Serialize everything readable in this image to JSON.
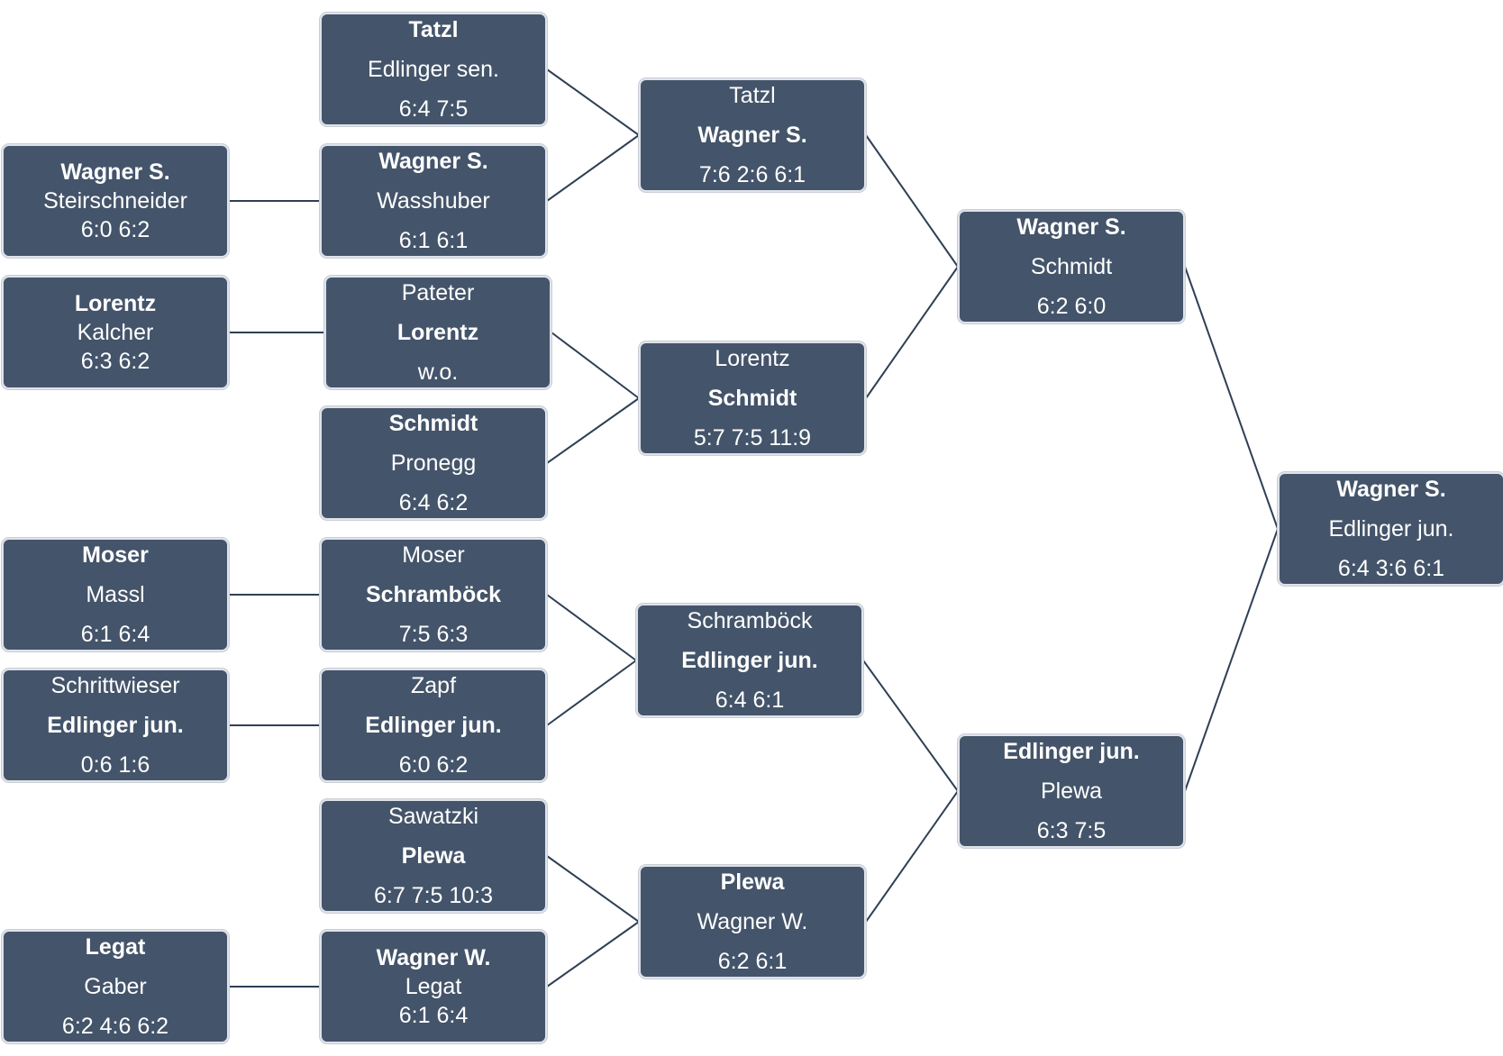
{
  "diagram": {
    "round1": [
      {
        "lines": [
          {
            "text": "Wagner S.",
            "bold": true
          },
          {
            "text": "Steirschneider",
            "bold": false
          },
          {
            "text": "6:0 6:2",
            "bold": false
          }
        ]
      },
      {
        "lines": [
          {
            "text": "Lorentz",
            "bold": true
          },
          {
            "text": "Kalcher",
            "bold": false
          },
          {
            "text": "6:3 6:2",
            "bold": false
          }
        ]
      },
      {
        "lines": [
          {
            "text": "Moser",
            "bold": true
          },
          {
            "text": "Massl",
            "bold": false
          },
          {
            "text": "6:1 6:4",
            "bold": false
          }
        ]
      },
      {
        "lines": [
          {
            "text": "Schrittwieser",
            "bold": false
          },
          {
            "text": "Edlinger jun.",
            "bold": true
          },
          {
            "text": "0:6 1:6",
            "bold": false
          }
        ]
      },
      {
        "lines": [
          {
            "text": "Legat",
            "bold": true
          },
          {
            "text": "Gaber",
            "bold": false
          },
          {
            "text": "6:2 4:6 6:2",
            "bold": false
          }
        ]
      }
    ],
    "round2": [
      {
        "lines": [
          {
            "text": "Tatzl",
            "bold": true
          },
          {
            "text": "Edlinger sen.",
            "bold": false
          },
          {
            "text": "6:4 7:5",
            "bold": false
          }
        ]
      },
      {
        "lines": [
          {
            "text": "Wagner S.",
            "bold": true
          },
          {
            "text": "Wasshuber",
            "bold": false
          },
          {
            "text": "6:1 6:1",
            "bold": false
          }
        ]
      },
      {
        "lines": [
          {
            "text": "Pateter",
            "bold": false
          },
          {
            "text": "Lorentz",
            "bold": true
          },
          {
            "text": "w.o.",
            "bold": false
          }
        ]
      },
      {
        "lines": [
          {
            "text": "Schmidt",
            "bold": true
          },
          {
            "text": "Pronegg",
            "bold": false
          },
          {
            "text": "6:4 6:2",
            "bold": false
          }
        ]
      },
      {
        "lines": [
          {
            "text": "Moser",
            "bold": false
          },
          {
            "text": "Schramböck",
            "bold": true
          },
          {
            "text": "7:5 6:3",
            "bold": false
          }
        ]
      },
      {
        "lines": [
          {
            "text": "Zapf",
            "bold": false
          },
          {
            "text": "Edlinger jun.",
            "bold": true
          },
          {
            "text": "6:0 6:2",
            "bold": false
          }
        ]
      },
      {
        "lines": [
          {
            "text": "Sawatzki",
            "bold": false
          },
          {
            "text": "Plewa",
            "bold": true
          },
          {
            "text": "6:7 7:5 10:3",
            "bold": false
          }
        ]
      },
      {
        "lines": [
          {
            "text": "Wagner W.",
            "bold": true
          },
          {
            "text": "Legat",
            "bold": false
          },
          {
            "text": "6:1 6:4",
            "bold": false
          }
        ]
      }
    ],
    "quarterfinals": [
      {
        "lines": [
          {
            "text": "Tatzl",
            "bold": false
          },
          {
            "text": "Wagner S.",
            "bold": true
          },
          {
            "text": "7:6 2:6 6:1",
            "bold": false
          }
        ]
      },
      {
        "lines": [
          {
            "text": "Lorentz",
            "bold": false
          },
          {
            "text": "Schmidt",
            "bold": true
          },
          {
            "text": "5:7 7:5 11:9",
            "bold": false
          }
        ]
      },
      {
        "lines": [
          {
            "text": "Schramböck",
            "bold": false
          },
          {
            "text": "Edlinger jun.",
            "bold": true
          },
          {
            "text": "6:4 6:1",
            "bold": false
          }
        ]
      },
      {
        "lines": [
          {
            "text": "Plewa",
            "bold": true
          },
          {
            "text": "Wagner W.",
            "bold": false
          },
          {
            "text": "6:2 6:1",
            "bold": false
          }
        ]
      }
    ],
    "semifinals": [
      {
        "lines": [
          {
            "text": "Wagner S.",
            "bold": true
          },
          {
            "text": "Schmidt",
            "bold": false
          },
          {
            "text": "6:2 6:0",
            "bold": false
          }
        ]
      },
      {
        "lines": [
          {
            "text": "Edlinger jun.",
            "bold": true
          },
          {
            "text": "Plewa",
            "bold": false
          },
          {
            "text": "6:3 7:5",
            "bold": false
          }
        ]
      }
    ],
    "final": [
      {
        "lines": [
          {
            "text": "Wagner S.",
            "bold": true
          },
          {
            "text": "Edlinger jun.",
            "bold": false
          },
          {
            "text": "6:4 3:6 6:1",
            "bold": false
          }
        ]
      }
    ],
    "colors": {
      "box_fill": "#44546a",
      "box_border": "#dfe3ea",
      "connector": "#2f3f55",
      "text": "#ffffff"
    }
  }
}
